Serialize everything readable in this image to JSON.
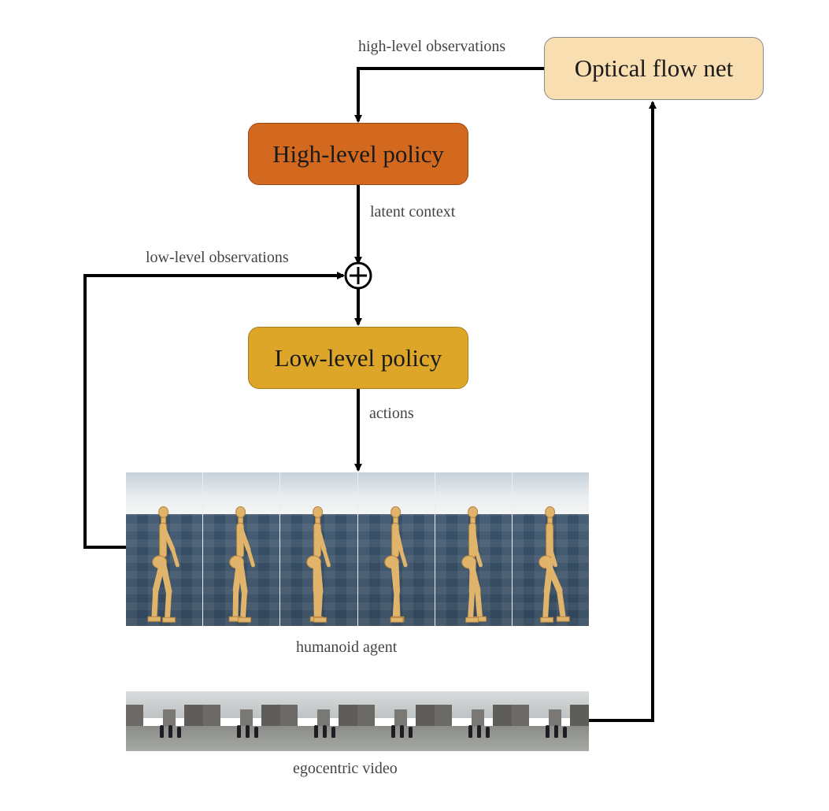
{
  "nodes": {
    "high_level_policy": "High-level policy",
    "low_level_policy": "Low-level policy",
    "optical_flow_net": "Optical flow net"
  },
  "edges": {
    "high_level_observations": "high-level observations",
    "latent_context": "latent context",
    "low_level_observations": "low-level observations",
    "actions": "actions"
  },
  "panels": {
    "humanoid_agent": "humanoid agent",
    "egocentric_video": "egocentric video"
  },
  "colors": {
    "high_level_policy": "#d2691e",
    "low_level_policy": "#dea628",
    "optical_flow_net": "#f8deb0",
    "arrows": "#000000"
  }
}
